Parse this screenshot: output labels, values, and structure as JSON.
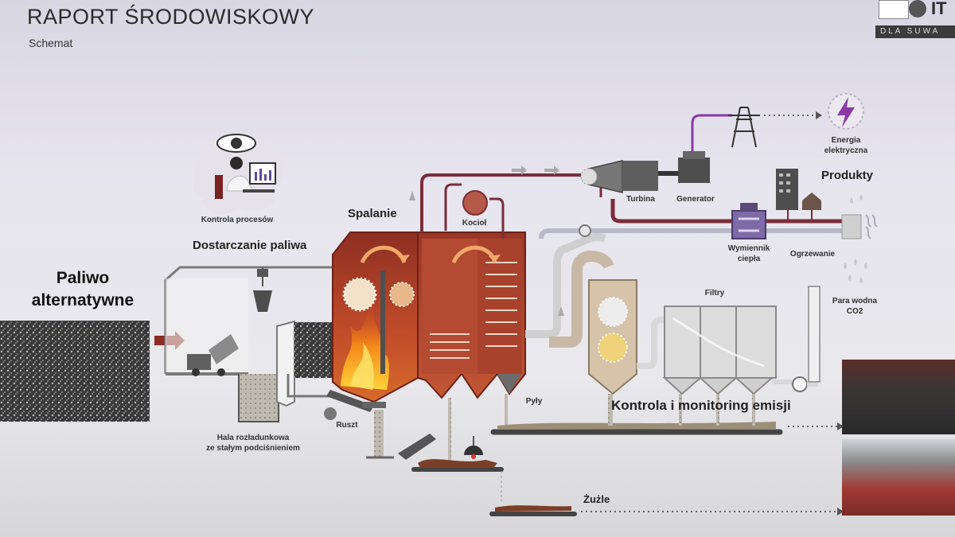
{
  "header": {
    "title": "RAPORT ŚRODOWISKOWY",
    "subtitle": "Schemat",
    "logo_text": "IT",
    "logo_strip": "DLA SUWA"
  },
  "labels": {
    "paliwo": [
      "Paliwo",
      "alternatywne"
    ],
    "kontrola_procesow": "Kontrola procesów",
    "dostarczanie": "Dostarczanie paliwa",
    "spalanie": "Spalanie",
    "kociol": "Kocioł",
    "turbina": "Turbina",
    "generator": "Generator",
    "energia": [
      "Energia",
      "elektryczna"
    ],
    "produkty": "Produkty",
    "wymiennik": [
      "Wymiennik",
      "ciepła"
    ],
    "ogrzewanie": "Ogrzewanie",
    "para": [
      "Para wodna",
      "CO2"
    ],
    "filtry": "Filtry",
    "pyly": "Pyły",
    "kontrola_emisji": "Kontrola i monitoring emisji",
    "hala": [
      "Hala rozładunkowa",
      "ze stałym podciśnieniem"
    ],
    "ruszt": "Ruszt",
    "zuzle": "Żużle"
  },
  "colors": {
    "furnace": "#b5452c",
    "boiler": "#a8432f",
    "pipe": "#7a2d3a",
    "energy": "#8a3aa8",
    "flame": "#f08a1c",
    "waste": "#2c2c2c"
  }
}
